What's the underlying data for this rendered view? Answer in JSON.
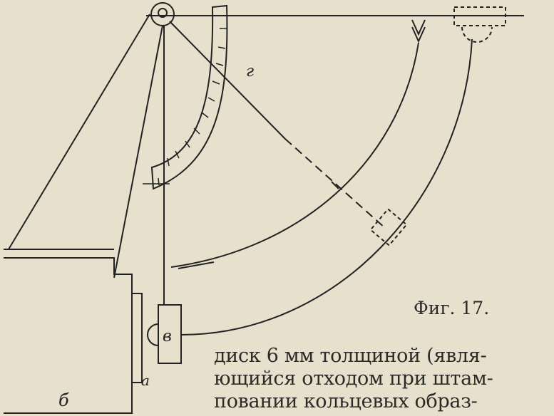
{
  "figure": {
    "caption": "Фиг. 17.",
    "labels": {
      "a": "а",
      "b": "б",
      "v": "в",
      "g": "г"
    }
  },
  "text": {
    "lines": [
      "диск 6 мм толщиной (явля-",
      "ющийся отходом при штам-",
      "повании кольцевых образ-"
    ]
  }
}
